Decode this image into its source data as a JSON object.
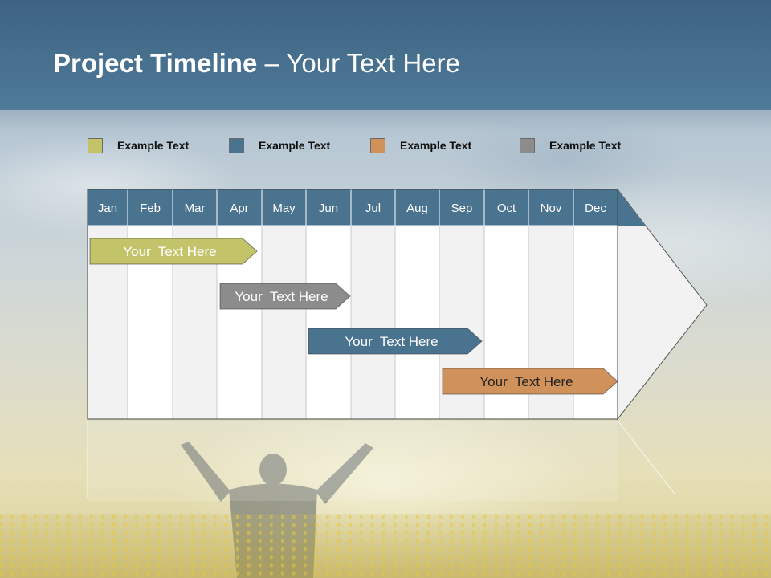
{
  "slide": {
    "title_bold": "Project Timeline",
    "title_rest": " – Your Text Here"
  },
  "legend": [
    {
      "label": "Example Text",
      "color": "#c3c46a"
    },
    {
      "label": "Example Text",
      "color": "#4a7390"
    },
    {
      "label": "Example Text",
      "color": "#d0915a"
    },
    {
      "label": "Example Text",
      "color": "#8c8c8c"
    }
  ],
  "timeline": {
    "months": [
      "Jan",
      "Feb",
      "Mar",
      "Apr",
      "May",
      "Jun",
      "Jul",
      "Aug",
      "Sep",
      "Oct",
      "Nov",
      "Dec"
    ],
    "header_color": "#4a7390",
    "bars": [
      {
        "label": "Your  Text Here",
        "color": "#c3c46a",
        "start_month": "Jan",
        "end_month": "Apr"
      },
      {
        "label": "Your  Text Here",
        "color": "#8c8c8c",
        "start_month": "Apr",
        "end_month": "Jun"
      },
      {
        "label": "Your  Text Here",
        "color": "#4a7390",
        "start_month": "Jun",
        "end_month": "Sep"
      },
      {
        "label": "Your  Text Here",
        "color": "#d0915a",
        "start_month": "Sep",
        "end_month": "Dec"
      }
    ]
  }
}
